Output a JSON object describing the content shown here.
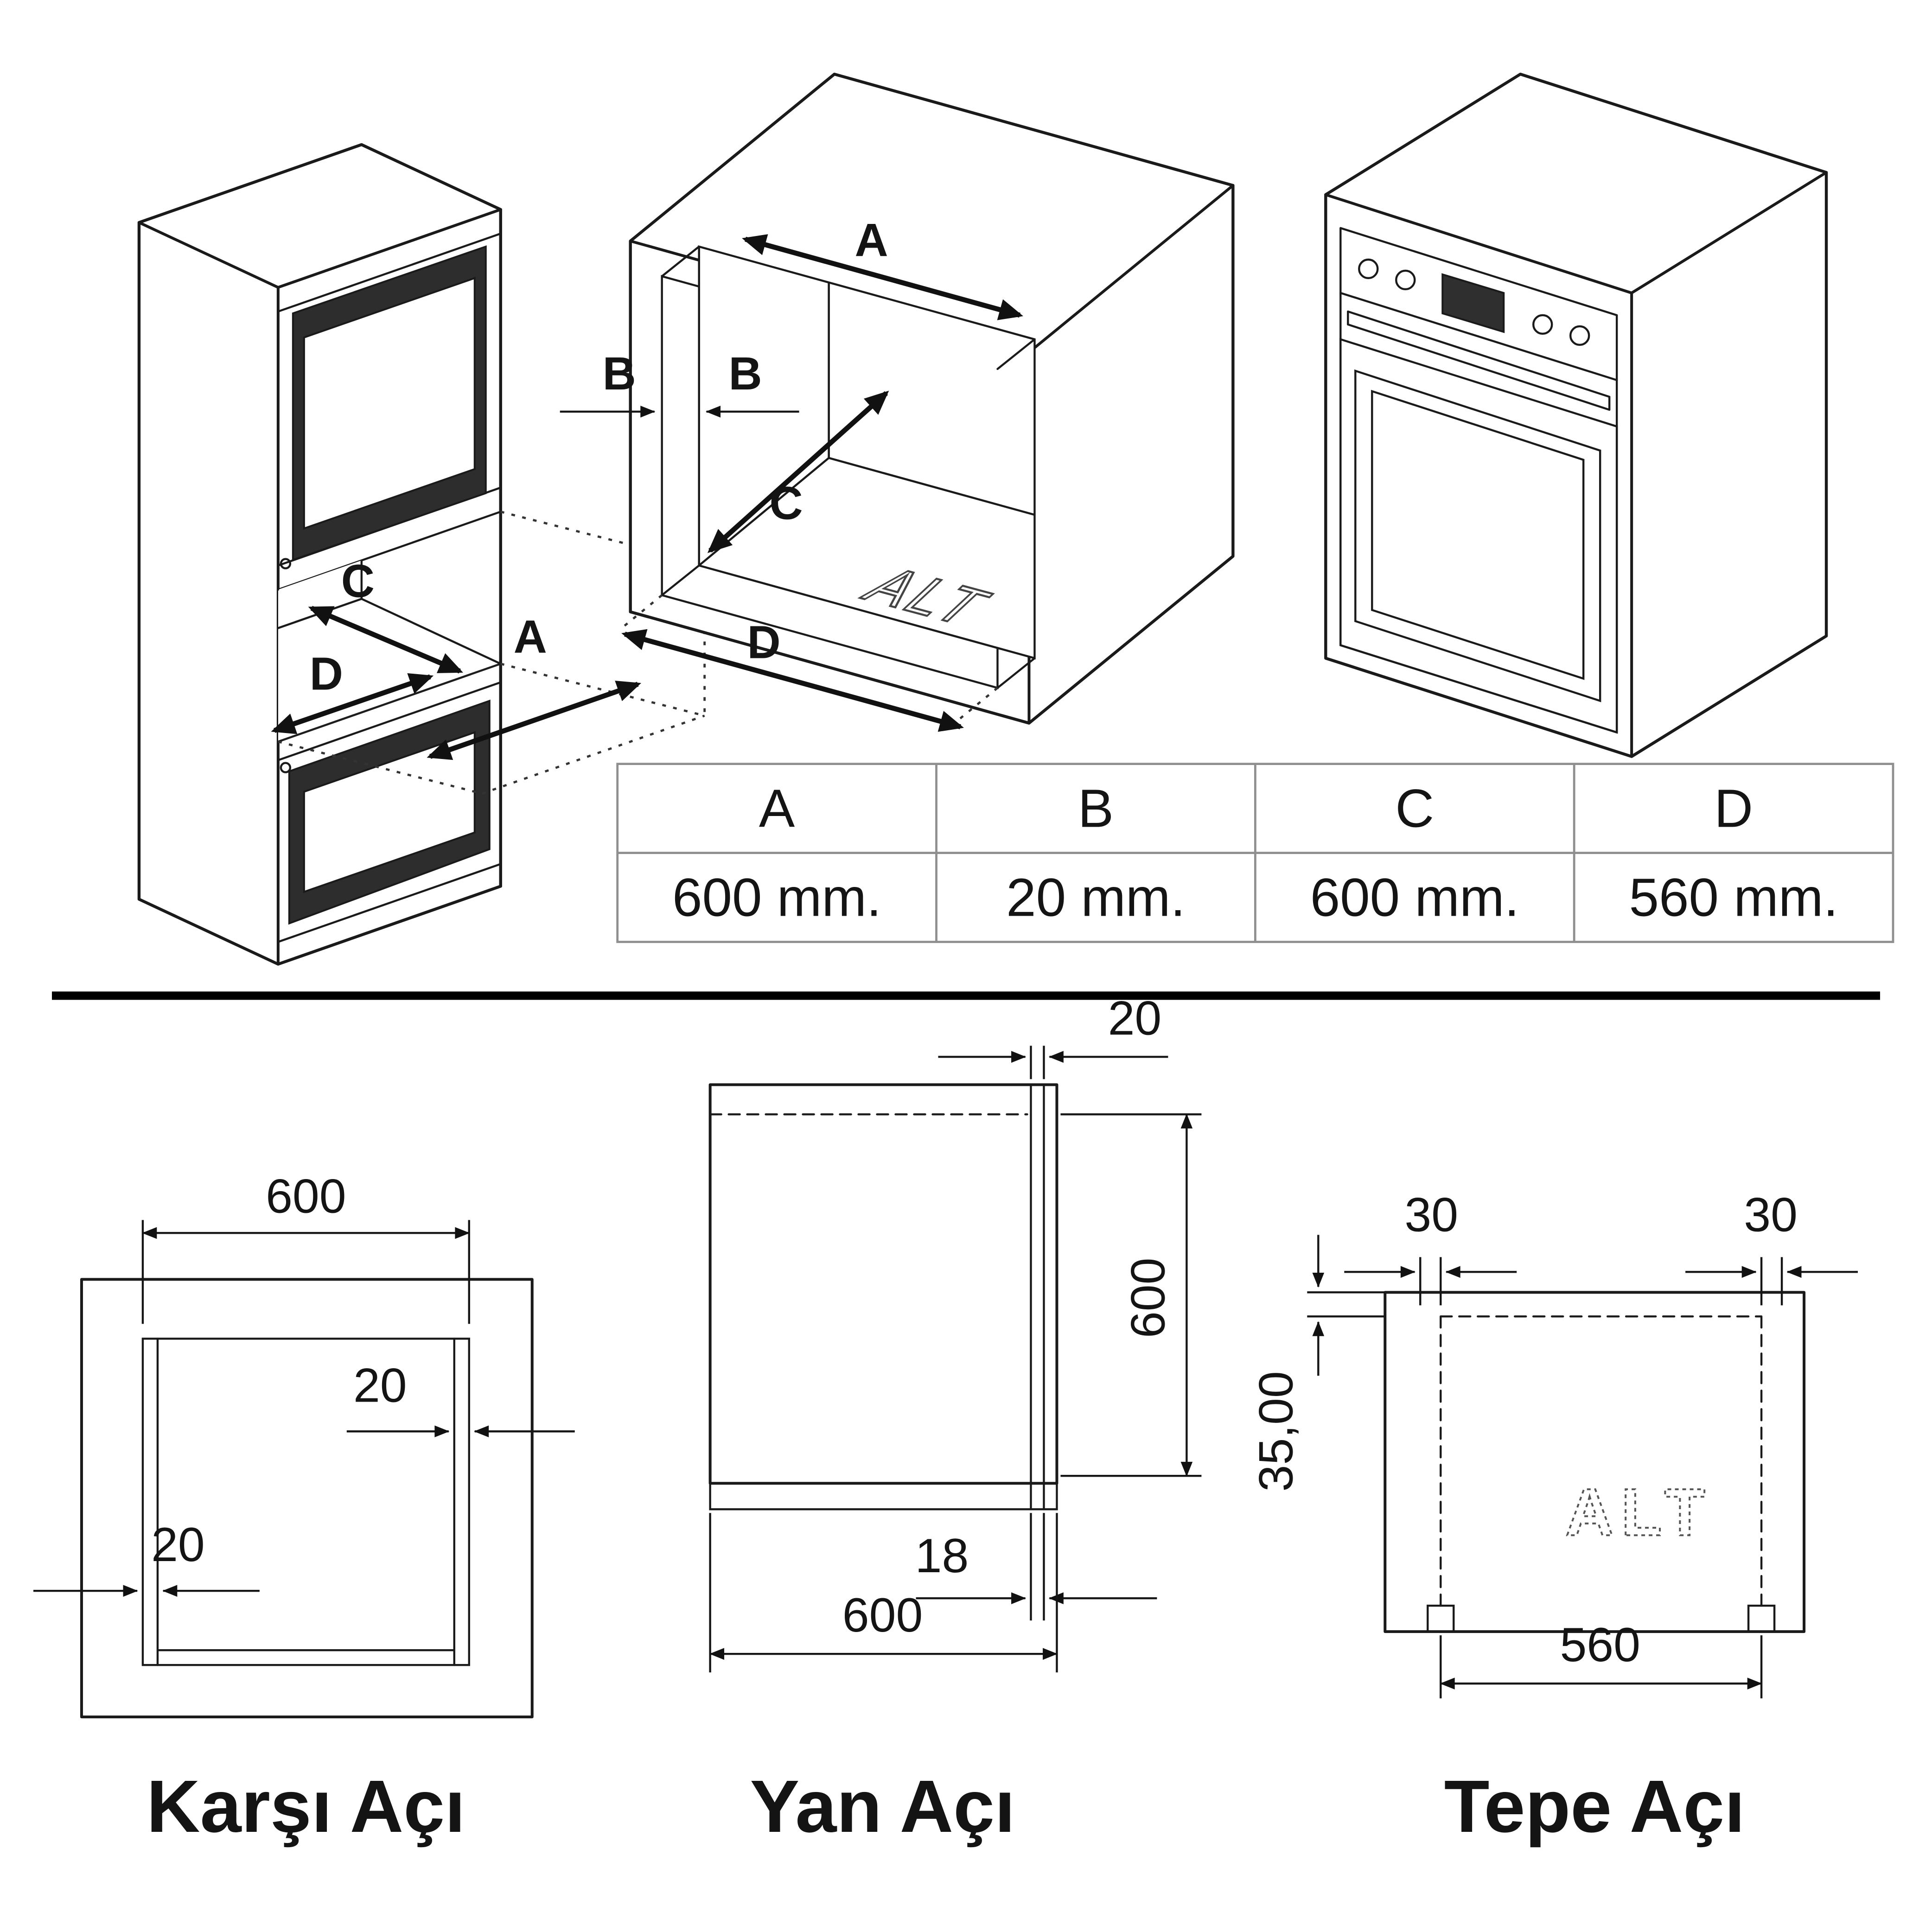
{
  "iso": {
    "cabinet_labels": {
      "a": "A",
      "c": "C",
      "d": "D"
    },
    "cavity_labels": {
      "a": "A",
      "b_left": "B",
      "b_right": "B",
      "c": "C",
      "d": "D",
      "alt": "ALT"
    }
  },
  "dim_table": {
    "headers": [
      "A",
      "B",
      "C",
      "D"
    ],
    "values": [
      "600 mm.",
      "20 mm.",
      "600 mm.",
      "560 mm."
    ]
  },
  "front_view": {
    "caption": "Karşı Açı",
    "width": "600",
    "wall_right": "20",
    "wall_left": "20"
  },
  "side_view": {
    "caption": "Yan Açı",
    "top_gap": "20",
    "height": "600",
    "panel": "18",
    "width": "600"
  },
  "top_view": {
    "caption": "Tepe Açı",
    "gap_left": "30",
    "gap_right": "30",
    "front_offset": "35,00",
    "width": "560",
    "alt": "ALT"
  }
}
